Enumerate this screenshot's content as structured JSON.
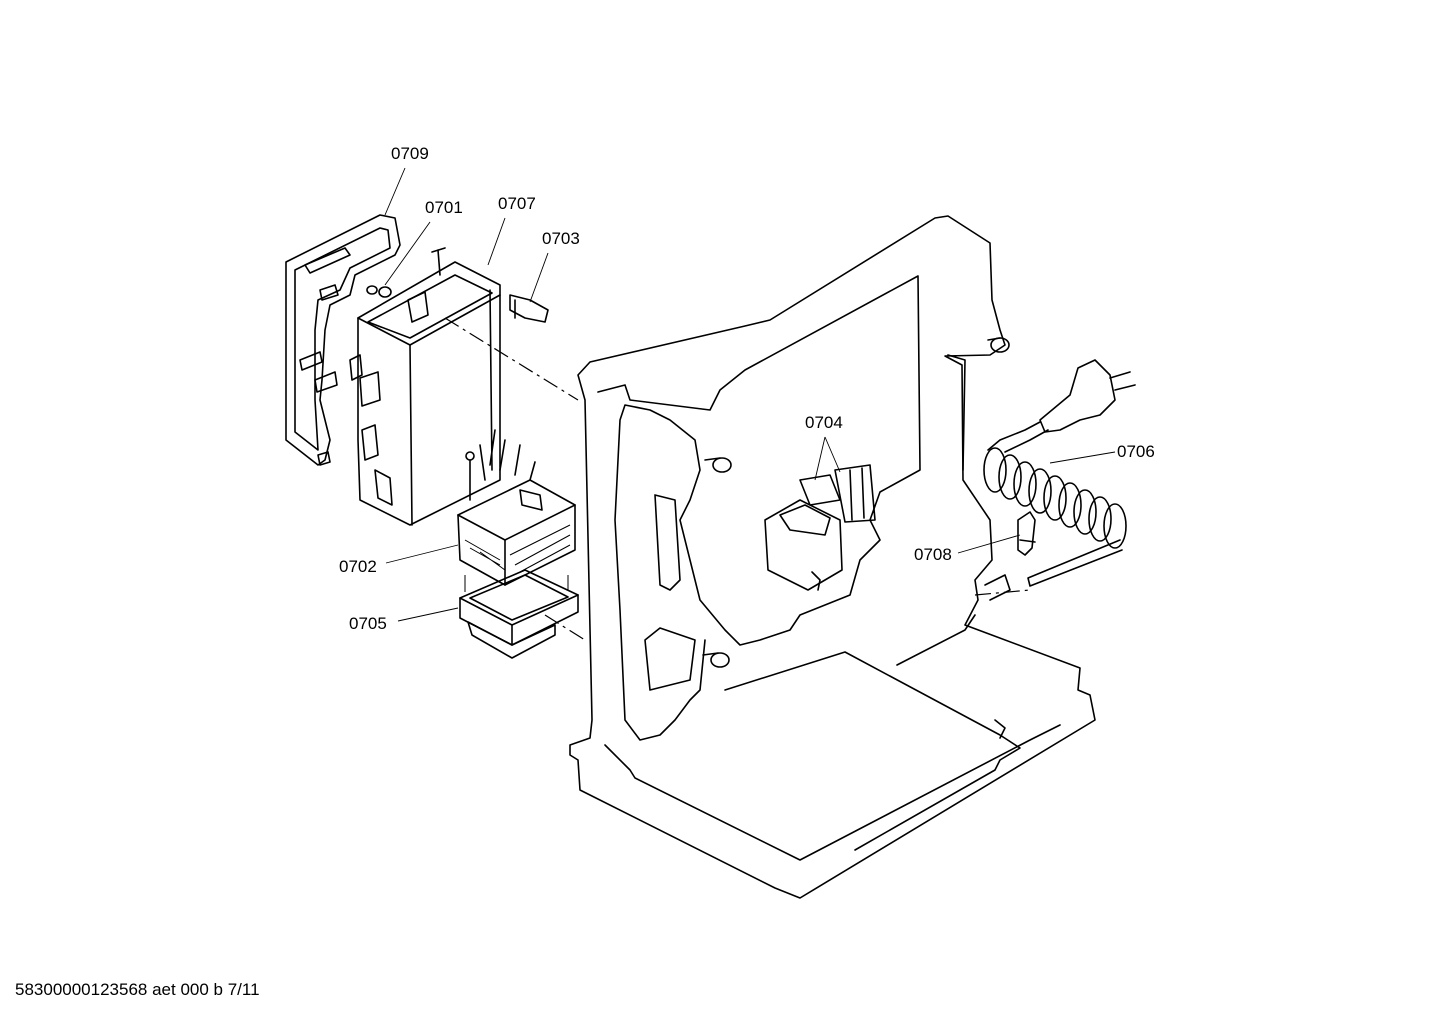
{
  "labels": {
    "p0709": "0709",
    "p0701": "0701",
    "p0707": "0707",
    "p0703": "0703",
    "p0704": "0704",
    "p0706": "0706",
    "p0708": "0708",
    "p0702": "0702",
    "p0705": "0705"
  },
  "footer": {
    "code": "58300000123568 aet 000 b 7/11"
  },
  "colors": {
    "line": "#000000",
    "background": "#ffffff"
  }
}
